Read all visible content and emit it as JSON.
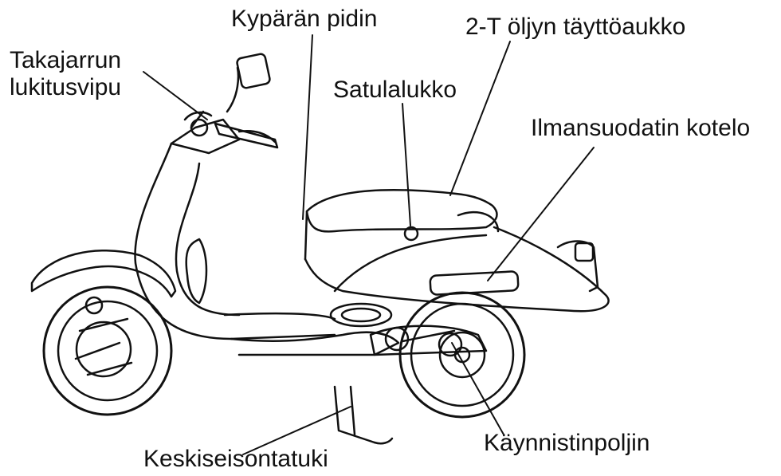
{
  "diagram": {
    "labels": {
      "helmet_holder": "Kypärän pidin",
      "oil_filler": "2-T öljyn täyttöaukko",
      "rear_brake_lock_line1": "Takajarrun",
      "rear_brake_lock_line2": "lukitusvipu",
      "seat_lock": "Satulalukko",
      "air_filter_case": "Ilmansuodatin kotelo",
      "center_stand": "Keskiseisontatuki",
      "kick_starter": "Käynnistinpoljin"
    },
    "colors": {
      "ink": "#111111",
      "paper": "#ffffff"
    }
  }
}
